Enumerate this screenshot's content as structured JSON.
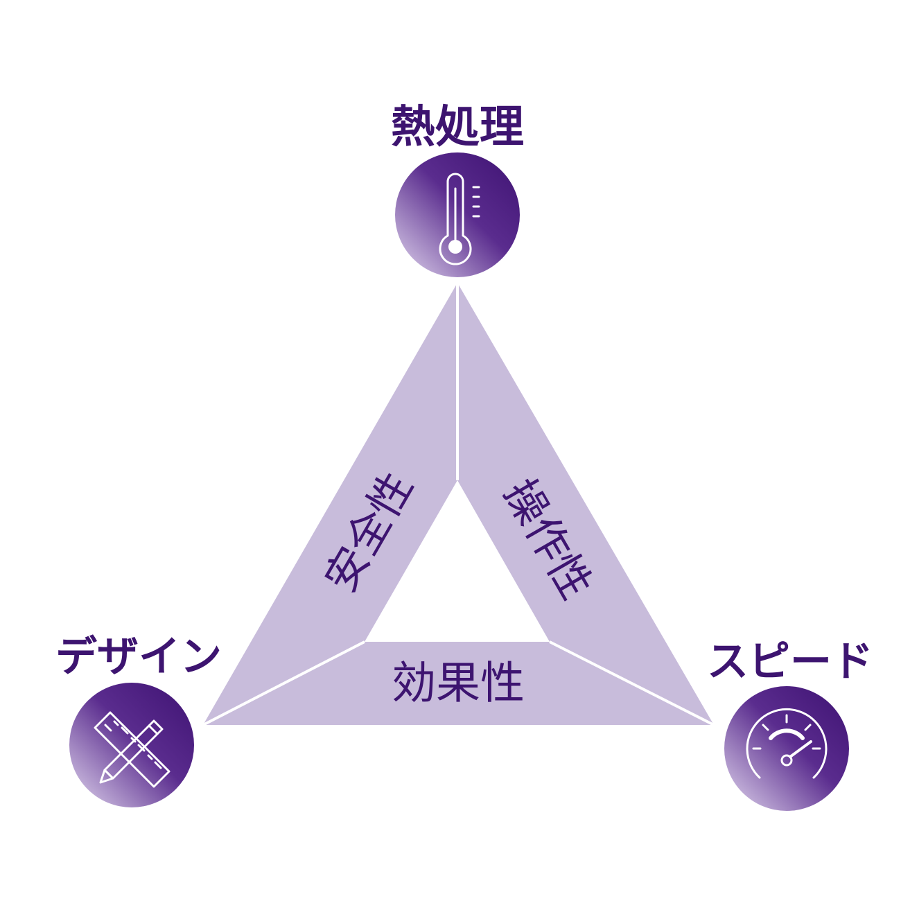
{
  "colors": {
    "triangle_fill": "#c8bcdb",
    "divider": "#ffffff",
    "text_purple": "#3d1470",
    "circle_dark": "#4a1d7e",
    "circle_light": "#d9cde9",
    "icon_stroke": "#ffffff"
  },
  "nodes": {
    "top": {
      "label": "熱処理",
      "icon": "thermometer-icon"
    },
    "left": {
      "label": "デザイン",
      "icon": "ruler-pencil-icon"
    },
    "right": {
      "label": "スピード",
      "icon": "speedometer-icon"
    }
  },
  "sides": {
    "left": "安全性",
    "right": "操作性",
    "bottom": "効果性"
  }
}
